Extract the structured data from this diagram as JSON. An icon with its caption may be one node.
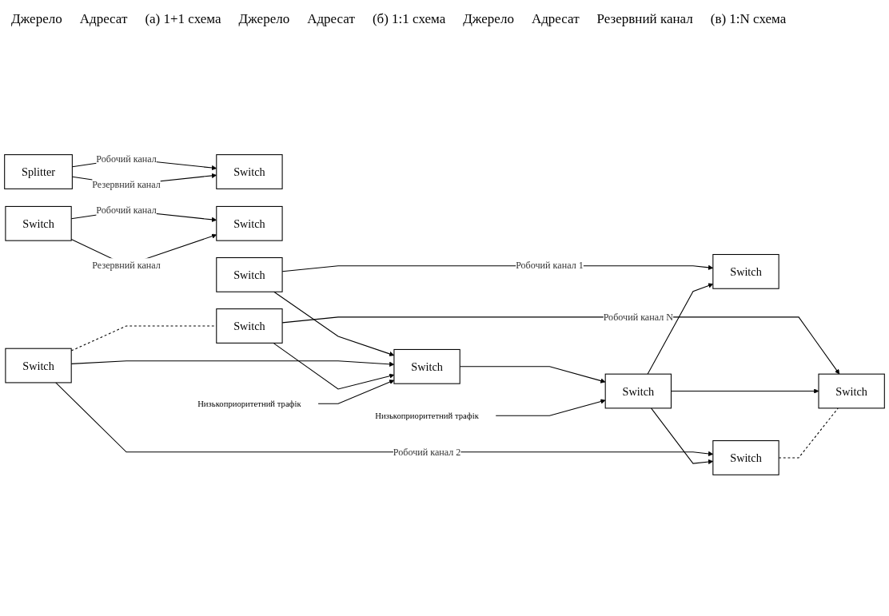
{
  "diagram": {
    "nodes": [
      {
        "text": [
          "Splitter"
        ]
      },
      {
        "text": [
          "Switch"
        ]
      },
      {
        "text": [
          "Switch"
        ]
      },
      {
        "text": [
          "Switch"
        ]
      },
      {
        "text": [
          "Switch"
        ]
      },
      {
        "text": [
          "Switch"
        ]
      },
      {
        "text": [
          "Switch"
        ]
      },
      {
        "text": [
          "Switch"
        ]
      },
      {
        "text": [
          "Switch"
        ]
      },
      {
        "text": [
          "Switch"
        ]
      },
      {
        "text": [
          "Switch"
        ]
      },
      {
        "text": [
          "Switch"
        ]
      },
      {
        "text": [
          "Низькоприоритетний трафік"
        ]
      },
      {
        "text": [
          "Низькоприоритетний трафік"
        ]
      }
    ],
    "edges": [
      {
        "from": 0,
        "to": 1,
        "arrow": "to",
        "label": "Робочий канал"
      },
      {
        "from": 0,
        "to": 1,
        "arrow": "to",
        "label": "Резервний канал"
      },
      {
        "from": 2,
        "to": 3,
        "arrow": "to",
        "label": "Робочий канал"
      },
      {
        "from": 2,
        "to": 3,
        "arrow": "to",
        "label": "Резервний канал"
      },
      {
        "from": 4,
        "to": 7,
        "arrow": "to",
        "label": "Робочий канал 1"
      },
      {
        "from": 5,
        "to": 8,
        "arrow": "to",
        "label": "Робочий канал 2"
      },
      {
        "from": 6,
        "to": 9,
        "arrow": "to",
        "label": "Робочий канал N"
      },
      {
        "from": 4,
        "to": 10,
        "arrow": "to"
      },
      {
        "from": 5,
        "to": 10,
        "arrow": "to"
      },
      {
        "from": 6,
        "to": 10,
        "arrow": "to"
      },
      {
        "from": 10,
        "to": 11,
        "arrow": "to"
      },
      {
        "from": 11,
        "to": 7,
        "arrow": "to"
      },
      {
        "from": 11,
        "to": 8,
        "arrow": "to"
      },
      {
        "from": 11,
        "to": 9,
        "arrow": "to"
      },
      {
        "from": 12,
        "to": 10,
        "arrow": "to"
      },
      {
        "from": 13,
        "to": 11,
        "arrow": "to"
      },
      {
        "from": 5,
        "to": 6,
        "arrow": "none",
        "style": "dashed"
      },
      {
        "from": 8,
        "to": 9,
        "arrow": "none",
        "style": "dashed"
      }
    ],
    "labels": [
      "Джерело",
      "Адресат",
      "(а) 1+1 схема",
      "Джерело",
      "Адресат",
      "(б) 1:1 схема",
      "Джерело",
      "Адресат",
      "Резервний канал",
      "(в) 1:N схема"
    ]
  }
}
